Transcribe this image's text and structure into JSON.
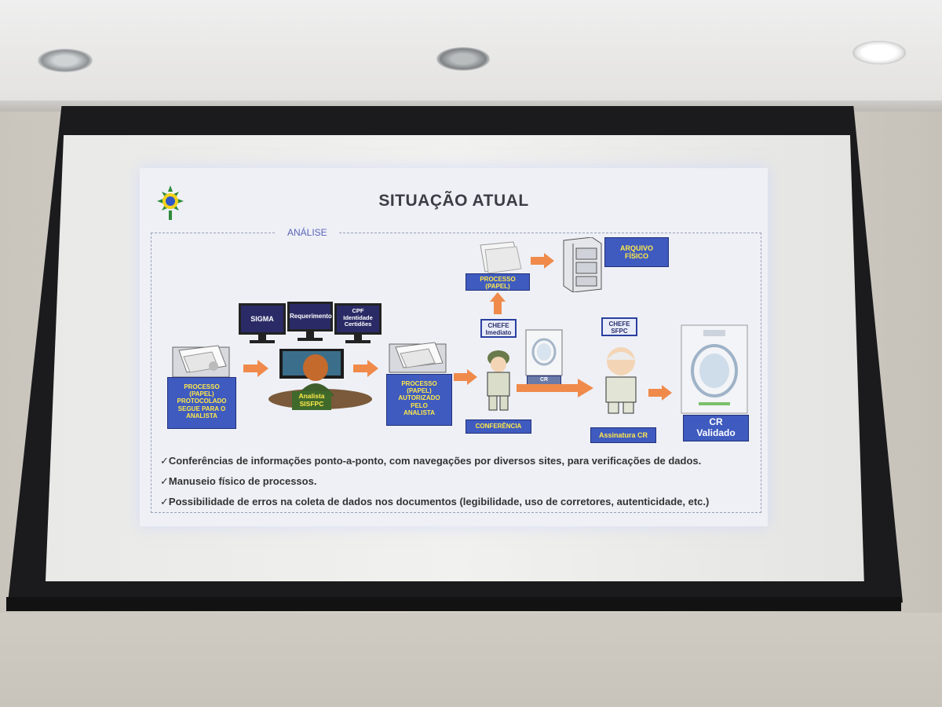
{
  "slide": {
    "title": "SITUAÇÃO ATUAL",
    "section_label": "ANÁLISE"
  },
  "monitors": {
    "sigma": "SIGMA",
    "requerimento": "Requerimento",
    "cpf": [
      "CPF",
      "Identidade",
      "Certidões"
    ]
  },
  "boxes": {
    "processo_protocolado": [
      "PROCESSO",
      "(PAPEL)",
      "PROTOCOLADO",
      "SEGUE PARA O",
      "ANALISTA"
    ],
    "analista": [
      "Analista",
      "SISFPC"
    ],
    "processo_autorizado": [
      "PROCESSO",
      "(PAPEL)",
      "AUTORIZADO",
      "PELO",
      "ANALISTA"
    ],
    "processo_papel": [
      "PROCESSO",
      "(PAPEL)"
    ],
    "arquivo_fisico": [
      "ARQUIVO",
      "FÍSICO"
    ],
    "chefe_imediato": [
      "CHEFE",
      "Imediato"
    ],
    "chefe_sfpc": [
      "CHEFE",
      "SFPC"
    ],
    "conferencia": "CONFERÊNCIA",
    "cr_doc": "CR",
    "assinatura_cr": "Assinatura CR",
    "cr_validado": [
      "CR",
      "Validado"
    ]
  },
  "bullets": [
    "✓Conferências de informações ponto-a-ponto, com navegações por diversos  sites, para verificações de dados.",
    "✓Manuseio físico de processos.",
    "✓Possibilidade de erros na coleta de dados nos documentos (legibilidade, uso de corretores, autenticidade, etc.)"
  ],
  "colors": {
    "box_blue": "#3f5bbf",
    "arrow_orange": "#f08a4b",
    "title_gray": "#3d3d45"
  }
}
